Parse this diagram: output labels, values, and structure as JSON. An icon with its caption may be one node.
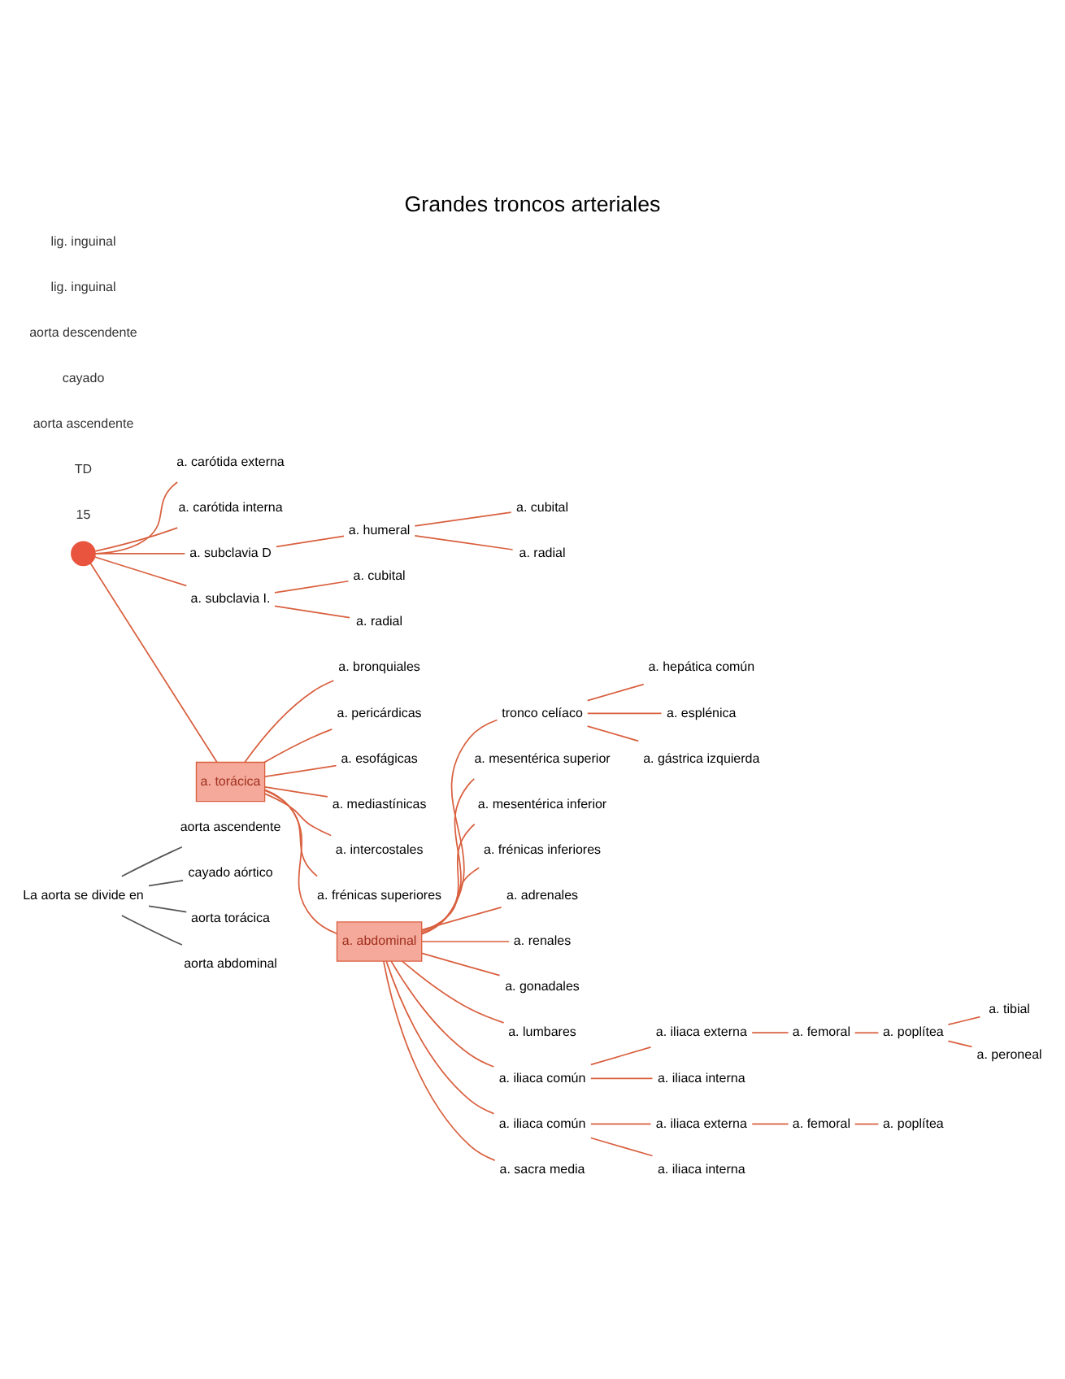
{
  "diagram": {
    "title": "Grandes troncos arteriales",
    "nodes": [
      {
        "text": [
          "La aorta se divide en"
        ]
      },
      {
        "text": [
          "aorta ascendente"
        ]
      },
      {
        "text": [
          "cayado aórtico"
        ]
      },
      {
        "text": [
          "aorta torácica"
        ]
      },
      {
        "text": [
          "aorta abdominal"
        ]
      },
      {
        "text": [
          "a. carótida externa"
        ]
      },
      {
        "text": [
          "a. carótida interna"
        ]
      },
      {
        "text": [],
        "shape": "heart"
      },
      {
        "text": [
          "a. subclavia D"
        ]
      },
      {
        "text": [
          "a. humeral"
        ]
      },
      {
        "text": [
          "a. cubital"
        ]
      },
      {
        "text": [
          "a. radial"
        ]
      },
      {
        "text": [
          "a. subclavia I."
        ]
      },
      {
        "text": [
          "a. cubital"
        ]
      },
      {
        "text": [
          "a. radial"
        ]
      },
      {
        "text": [
          "a. torácica"
        ]
      },
      {
        "text": [
          "a. bronquiales"
        ]
      },
      {
        "text": [
          "a. pericárdicas"
        ]
      },
      {
        "text": [
          "a. esofágicas"
        ]
      },
      {
        "text": [
          "a. mediastínicas"
        ]
      },
      {
        "text": [
          "a. intercostales"
        ]
      },
      {
        "text": [
          "a. frénicas superiores"
        ]
      },
      {
        "text": [
          "a. abdominal"
        ]
      },
      {
        "text": [
          "tronco celíaco"
        ]
      },
      {
        "text": [
          "a. hepática común"
        ]
      },
      {
        "text": [
          "a. esplénica"
        ]
      },
      {
        "text": [
          "a. gástrica izquierda"
        ]
      },
      {
        "text": [
          "a. mesentérica superior"
        ]
      },
      {
        "text": [
          "a. mesentérica inferior"
        ]
      },
      {
        "text": [
          "a. frénicas inferiores"
        ]
      },
      {
        "text": [
          "a. adrenales"
        ]
      },
      {
        "text": [
          "a. renales"
        ]
      },
      {
        "text": [
          "a. gonadales"
        ]
      },
      {
        "text": [
          "a. lumbares"
        ]
      },
      {
        "text": [
          "a. iliaca común"
        ]
      },
      {
        "text": [
          "a. iliaca común"
        ]
      },
      {
        "text": [
          "a. sacra media"
        ]
      },
      {
        "text": [
          "a. iliaca externa"
        ]
      },
      {
        "text": [
          "a. iliaca interna"
        ]
      },
      {
        "text": [
          "a. femoral"
        ]
      },
      {
        "text": [
          "a. poplítea"
        ]
      },
      {
        "text": [
          "a. tibial"
        ]
      },
      {
        "text": [
          "a. peroneal"
        ]
      },
      {
        "text": [
          "a. iliaca externa"
        ]
      },
      {
        "text": [
          "a. iliaca interna"
        ]
      },
      {
        "text": [
          "a. femoral"
        ]
      },
      {
        "text": [
          "a. poplítea"
        ]
      }
    ],
    "edges": [
      {
        "from": 0,
        "to": 1,
        "arrow": "none",
        "color": "#555555"
      },
      {
        "from": 0,
        "to": 2,
        "arrow": "none",
        "color": "#555555"
      },
      {
        "from": 0,
        "to": 3,
        "arrow": "none",
        "color": "#555555"
      },
      {
        "from": 0,
        "to": 4,
        "arrow": "none",
        "color": "#555555"
      },
      {
        "from": 7,
        "to": 5,
        "arrow": "none"
      },
      {
        "from": 7,
        "to": 6,
        "arrow": "none"
      },
      {
        "from": 7,
        "to": 8,
        "arrow": "none"
      },
      {
        "from": 7,
        "to": 12,
        "arrow": "none"
      },
      {
        "from": 8,
        "to": 9,
        "arrow": "none"
      },
      {
        "from": 9,
        "to": 10,
        "arrow": "none"
      },
      {
        "from": 9,
        "to": 11,
        "arrow": "none"
      },
      {
        "from": 12,
        "to": 13,
        "arrow": "none"
      },
      {
        "from": 12,
        "to": 14,
        "arrow": "none"
      },
      {
        "from": 7,
        "to": 15,
        "arrow": "none"
      },
      {
        "from": 15,
        "to": 16,
        "arrow": "none"
      },
      {
        "from": 15,
        "to": 17,
        "arrow": "none"
      },
      {
        "from": 15,
        "to": 18,
        "arrow": "none"
      },
      {
        "from": 15,
        "to": 19,
        "arrow": "none"
      },
      {
        "from": 15,
        "to": 20,
        "arrow": "none"
      },
      {
        "from": 15,
        "to": 21,
        "arrow": "none"
      },
      {
        "from": 15,
        "to": 22,
        "arrow": "none"
      },
      {
        "from": 22,
        "to": 23,
        "arrow": "none"
      },
      {
        "from": 23,
        "to": 24,
        "arrow": "none"
      },
      {
        "from": 23,
        "to": 25,
        "arrow": "none"
      },
      {
        "from": 23,
        "to": 26,
        "arrow": "none"
      },
      {
        "from": 22,
        "to": 27,
        "arrow": "none"
      },
      {
        "from": 22,
        "to": 28,
        "arrow": "none"
      },
      {
        "from": 22,
        "to": 29,
        "arrow": "none"
      },
      {
        "from": 22,
        "to": 30,
        "arrow": "none"
      },
      {
        "from": 22,
        "to": 31,
        "arrow": "none"
      },
      {
        "from": 22,
        "to": 32,
        "arrow": "none"
      },
      {
        "from": 22,
        "to": 33,
        "arrow": "none"
      },
      {
        "from": 22,
        "to": 34,
        "arrow": "none"
      },
      {
        "from": 22,
        "to": 35,
        "arrow": "none"
      },
      {
        "from": 22,
        "to": 36,
        "arrow": "none"
      },
      {
        "from": 34,
        "to": 37,
        "arrow": "none"
      },
      {
        "from": 34,
        "to": 38,
        "arrow": "none"
      },
      {
        "from": 37,
        "to": 39,
        "arrow": "none"
      },
      {
        "from": 39,
        "to": 40,
        "arrow": "none"
      },
      {
        "from": 40,
        "to": 41,
        "arrow": "none"
      },
      {
        "from": 40,
        "to": 42,
        "arrow": "none"
      },
      {
        "from": 35,
        "to": 43,
        "arrow": "none"
      },
      {
        "from": 35,
        "to": 44,
        "arrow": "none"
      },
      {
        "from": 43,
        "to": 45,
        "arrow": "none"
      },
      {
        "from": 45,
        "to": 46,
        "arrow": "none"
      }
    ],
    "labels": [
      "15",
      "TD",
      "aorta ascendente",
      "cayado",
      "aorta descendente",
      "lig. inguinal",
      "lig. inguinal"
    ]
  }
}
